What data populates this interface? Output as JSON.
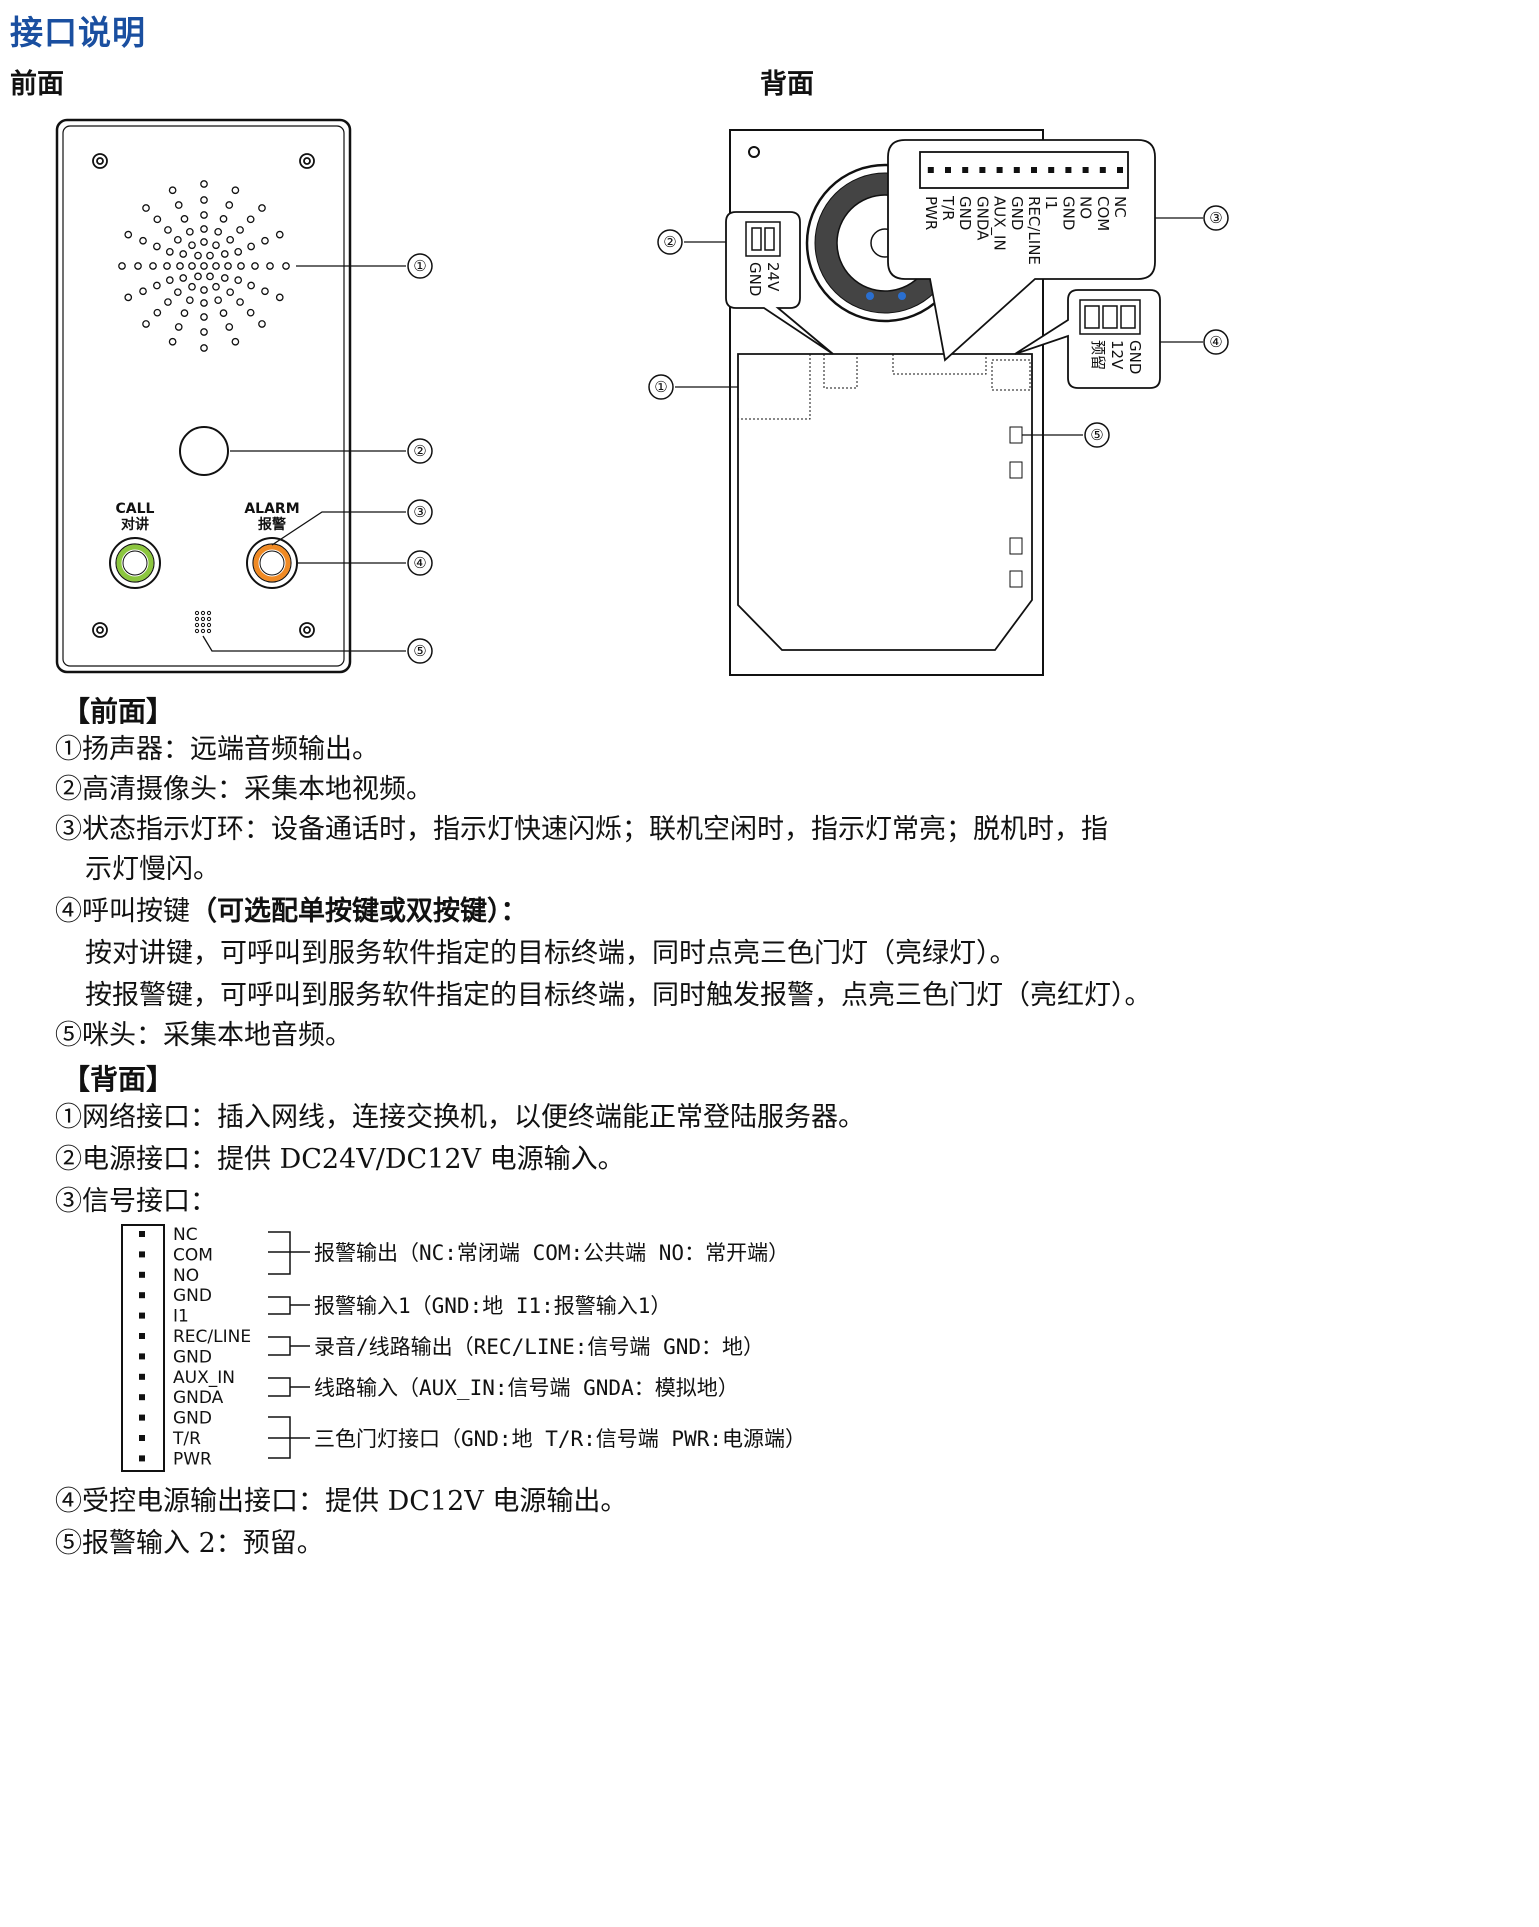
{
  "title": "接口说明",
  "front_label": "前面",
  "back_label": "背面",
  "front_panel": {
    "call_en": "CALL",
    "call_cn": "对讲",
    "alarm_en": "ALARM",
    "alarm_cn": "报警",
    "callouts": [
      "①",
      "②",
      "③",
      "④",
      "⑤"
    ]
  },
  "back_panel": {
    "callouts": [
      "①",
      "②",
      "③",
      "④",
      "⑤"
    ],
    "terminal_labels": [
      "NC",
      "COM",
      "NO",
      "GND",
      "I1",
      "REC/LINE",
      "GND",
      "AUX_IN",
      "GNDA",
      "GND",
      "T/R",
      "PWR"
    ],
    "power_labels": [
      "24V",
      "GND"
    ],
    "output_labels": [
      "GND",
      "12V",
      "预留"
    ]
  },
  "front_section": {
    "heading": "【前面】",
    "items": [
      "①扬声器：远端音频输出。",
      "②高清摄像头：采集本地视频。",
      "③状态指示灯环：设备通话时，指示灯快速闪烁；联机空闲时，指示灯常亮；脱机时，指",
      "示灯慢闪。",
      "④呼叫按键",
      "（可选配单按键或双按键）：",
      "按对讲键，可呼叫到服务软件指定的目标终端，同时点亮三色门灯（亮绿灯）。",
      "按报警键，可呼叫到服务软件指定的目标终端，同时触发报警，点亮三色门灯（亮红灯）。",
      "⑤咪头：采集本地音频。"
    ]
  },
  "back_section": {
    "heading": "【背面】",
    "items": [
      "①网络接口：插入网线，连接交换机，以便终端能正常登陆服务器。",
      "②电源接口：提供 DC24V/DC12V 电源输入。",
      "③信号接口："
    ],
    "signal_pins": [
      "NC",
      "COM",
      "NO",
      "GND",
      "I1",
      "REC/LINE",
      "GND",
      "AUX_IN",
      "GNDA",
      "GND",
      "T/R",
      "PWR"
    ],
    "signal_groups": [
      "报警输出（NC:常闭端  COM:公共端  NO：常开端）",
      "报警输入1（GND:地  I1:报警输入1）",
      "录音/线路输出（REC/LINE:信号端  GND：地）",
      "线路输入（AUX_IN:信号端  GNDA：模拟地）",
      "三色门灯接口（GND:地  T/R:信号端  PWR:电源端）"
    ],
    "tail_items": [
      "④受控电源输出接口：提供 DC12V 电源输出。",
      "⑤报警输入 2：预留。"
    ]
  },
  "colors": {
    "title_blue": "#1a4fa0",
    "call_blue": "#1f64b0",
    "alarm_red": "#e02020",
    "call_ring": "#8cc63f",
    "alarm_ring": "#f08a24"
  }
}
